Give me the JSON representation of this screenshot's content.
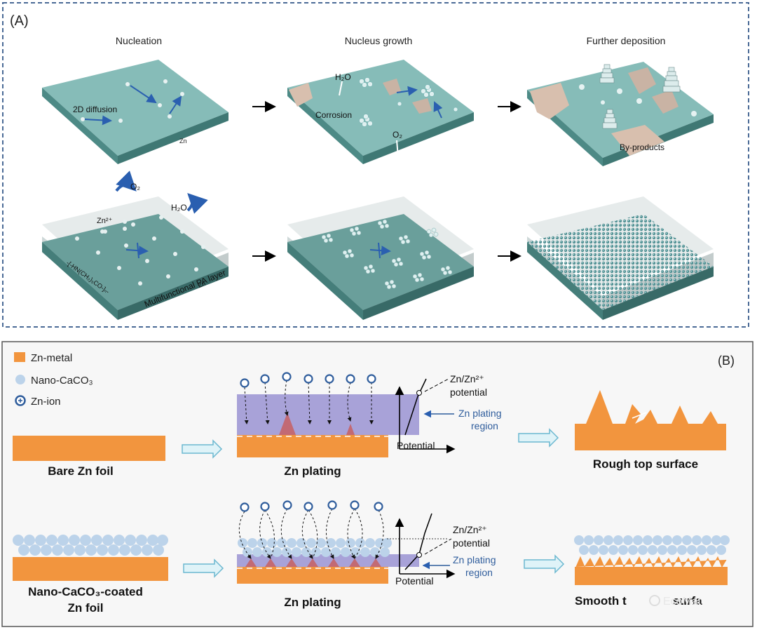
{
  "panelA": {
    "label": "(A)",
    "stage_titles": [
      "Nucleation",
      "Nucleus growth",
      "Further deposition"
    ],
    "annotations": {
      "diffusion": "2D diffusion",
      "zn": "Zn",
      "water": "H₂O",
      "corrosion": "Corrosion",
      "oxygen": "O₂",
      "byproducts": "By-products",
      "oxygen_bottom": "O₂",
      "water_bottom": "H₂O",
      "zn_ion": "Zn²⁺",
      "pa_layer": "Multifunctional PA layer",
      "pa_formula": "-[-HN(CH₂)₅CO-]ₙ-",
      "zn_bottom": "Zn"
    }
  },
  "panelB": {
    "label": "(B)",
    "legend": [
      "Zn-metal",
      "Nano-CaCO₃",
      "Zn-ion"
    ],
    "bare_foil": "Bare Zn  foil",
    "plating_top": "Zn plating",
    "rough": "Rough top surface",
    "coated_foil_1": "Nano-CaCO₃-coated",
    "coated_foil_2": "Zn foil",
    "plating_bottom": "Zn  plating",
    "smooth": "Smooth t",
    "smooth_tail": "surfa",
    "potential_top": "Zn/Zn²⁺",
    "potential_word": "potential",
    "plating_region_1": "Zn plating",
    "plating_region_2": "region",
    "axis_label": "Potential",
    "potential_bottom": "Zn/Zn²⁺",
    "potential_word_b": "potential",
    "plating_region_b1": "Zn plating",
    "plating_region_b2": "region",
    "axis_label_b": "Potential",
    "watermark": "EcoMat"
  },
  "colors": {
    "slab_top": "#7fb8b4",
    "slab_side": "#4d8a86",
    "zn_metal": "#f2953e",
    "nano": "#bcd3ea",
    "ion": "#2f5d9c",
    "plating_zone": "#a8a2d8",
    "panel_border": "#4a6a96"
  }
}
